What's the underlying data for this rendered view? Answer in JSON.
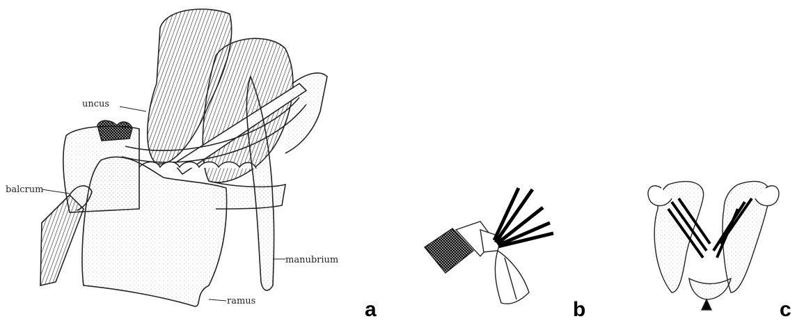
{
  "panels": [
    {
      "letter": "a",
      "labels": {
        "uncus": "uncus",
        "balcrum": "balcrum",
        "manubrium": "manubrium",
        "ramus": "ramus"
      }
    },
    {
      "letter": "b"
    },
    {
      "letter": "c"
    }
  ]
}
